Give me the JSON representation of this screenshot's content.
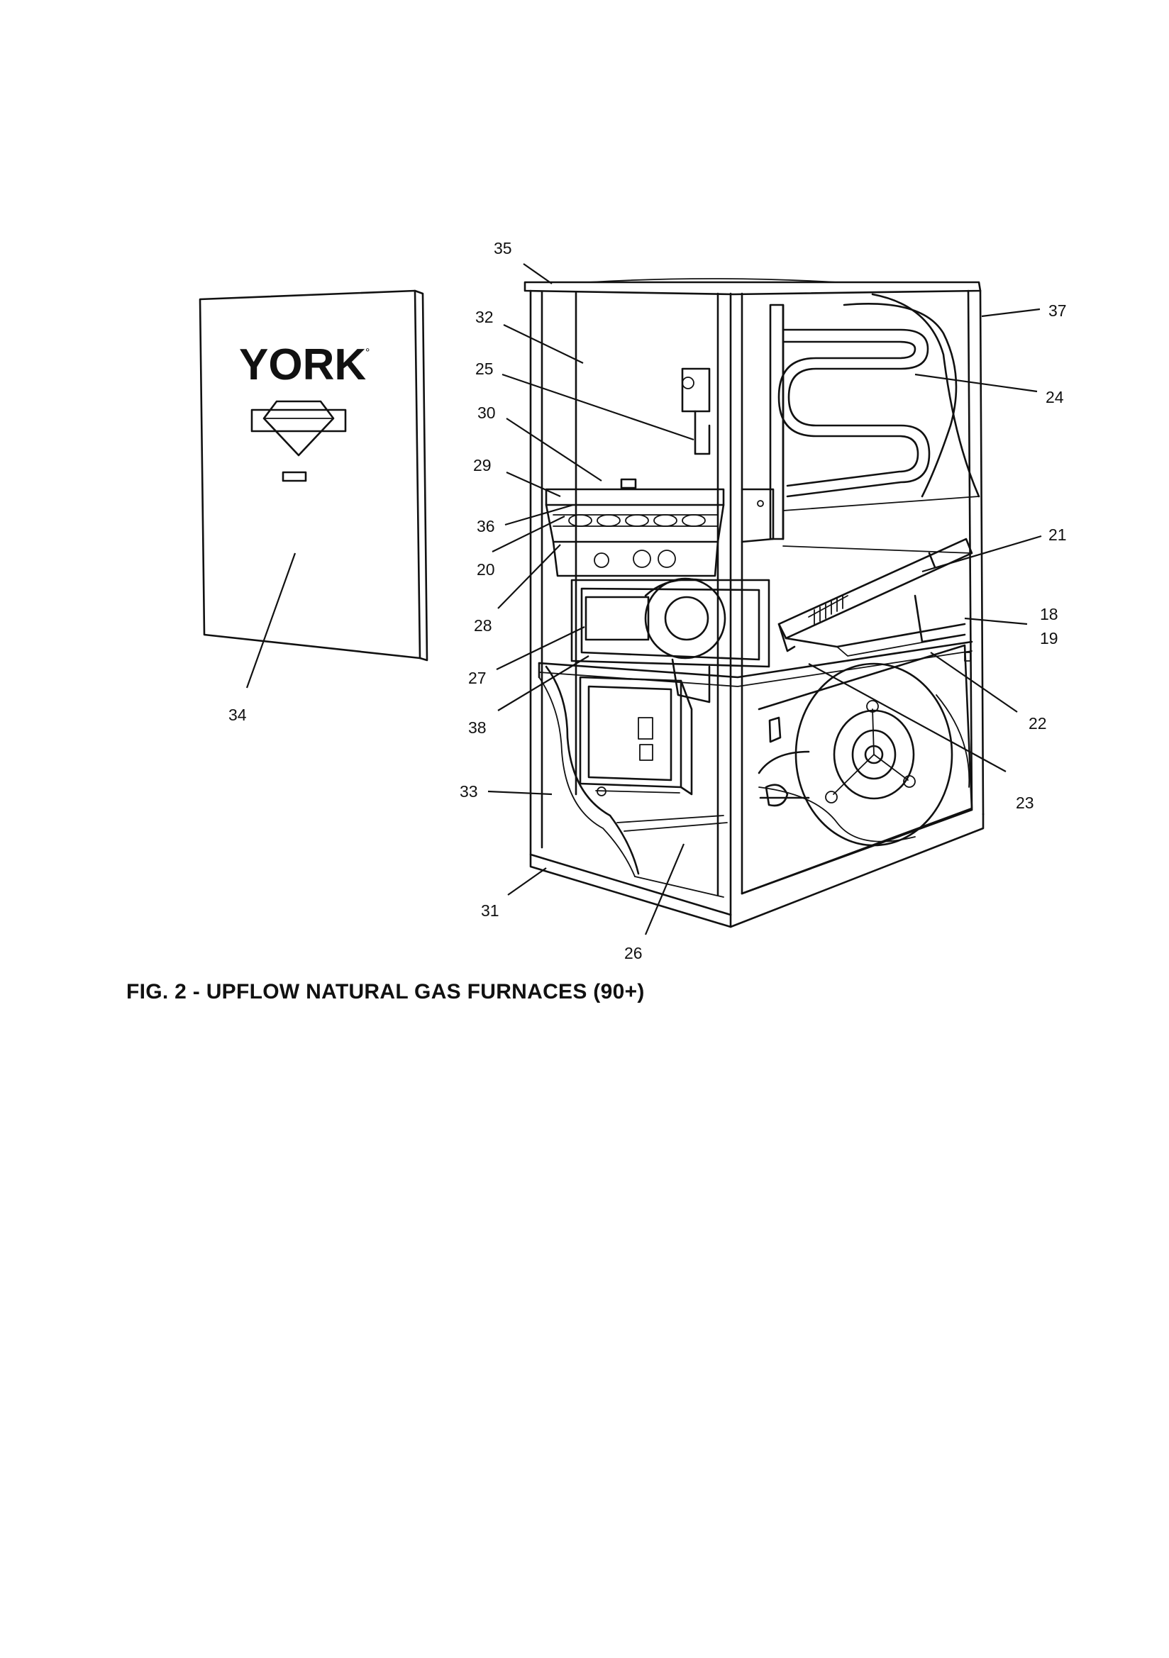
{
  "panel": {
    "brand": "YORK"
  },
  "parts": {
    "p35": "35",
    "p32": "32",
    "p25": "25",
    "p30": "30",
    "p29": "29",
    "p36": "36",
    "p20": "20",
    "p28": "28",
    "p27": "27",
    "p38": "38",
    "p34": "34",
    "p33": "33",
    "p31": "31",
    "p26": "26",
    "p37": "37",
    "p24": "24",
    "p21": "21",
    "p18": "18",
    "p19": "19",
    "p22": "22",
    "p23": "23"
  },
  "caption": "FIG. 2 - UPFLOW NATURAL GAS FURNACES (90+)"
}
